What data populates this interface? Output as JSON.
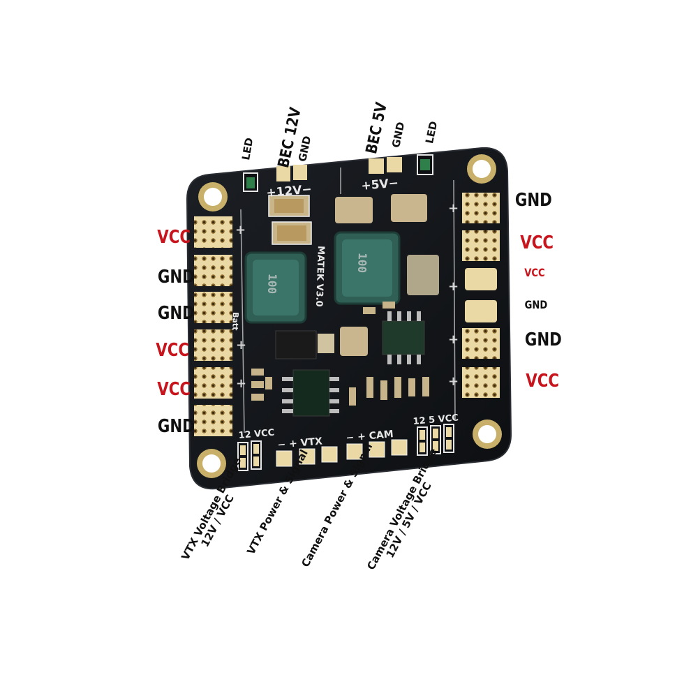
{
  "top_labels": {
    "led_left": "LED",
    "bec12v": "BEC 12V",
    "gnd_12v": "GND",
    "bec5v": "BEC 5V",
    "gnd_5v": "GND",
    "led_right": "LED"
  },
  "left_labels": [
    "VCC",
    "GND",
    "GND",
    "VCC",
    "VCC",
    "GND"
  ],
  "right_labels": [
    "GND",
    "VCC",
    "VCC",
    "GND",
    "GND",
    "VCC"
  ],
  "board_text": {
    "pad_12v": "+12V−",
    "pad_5v": "+5V−",
    "brand": "MATEK V3.0",
    "batt": "Batt",
    "inductor_code": "100",
    "vtx_bridge": "12 VCC",
    "vtx_row": "−   +   VTX",
    "cam_row": "−   +   CAM",
    "cam_bridge": "12  5  VCC"
  },
  "bottom_labels": {
    "vtx_bridge": [
      "VTX Voltage Bridge",
      "12V / VCC"
    ],
    "vtx_signal": [
      "VTX Power & Signal"
    ],
    "cam_signal": [
      "Camera Power & Signal"
    ],
    "cam_bridge": [
      "Camera Voltage Bridge",
      "12V / 5V / VCC"
    ]
  },
  "colors": {
    "board": "#121417",
    "pad": "#e9d6a0",
    "vcc": "#c8141c",
    "gnd": "#111111"
  }
}
